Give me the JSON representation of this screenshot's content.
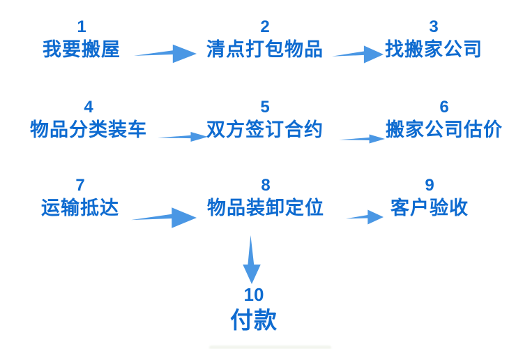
{
  "colors": {
    "text_blue": "#0e6bd0",
    "arrow_blue": "#4a97e4"
  },
  "steps": [
    {
      "num": "1",
      "label": "我要搬屋"
    },
    {
      "num": "2",
      "label": "清点打包物品"
    },
    {
      "num": "3",
      "label": "找搬家公司"
    },
    {
      "num": "4",
      "label": "物品分类装车"
    },
    {
      "num": "5",
      "label": "双方签订合约"
    },
    {
      "num": "6",
      "label": "搬家公司估价"
    },
    {
      "num": "7",
      "label": "运输抵达"
    },
    {
      "num": "8",
      "label": "物品装卸定位"
    },
    {
      "num": "9",
      "label": "客户验收"
    },
    {
      "num": "10",
      "label": "付款"
    }
  ],
  "connections": [
    {
      "from": "1",
      "to": "2"
    },
    {
      "from": "2",
      "to": "3"
    },
    {
      "from": "4",
      "to": "5"
    },
    {
      "from": "5",
      "to": "6"
    },
    {
      "from": "7",
      "to": "8"
    },
    {
      "from": "8",
      "to": "9"
    },
    {
      "from": "8",
      "to": "10"
    }
  ]
}
